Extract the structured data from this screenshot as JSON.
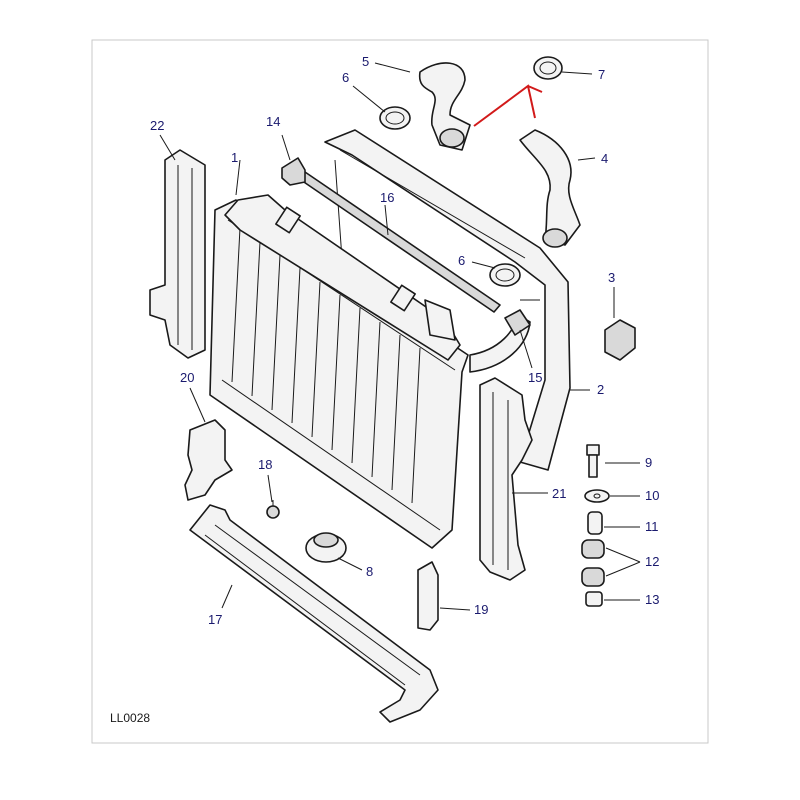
{
  "diagram": {
    "reference_code": "LL0028",
    "callouts": {
      "c1": "1",
      "c2": "2",
      "c3": "3",
      "c4": "4",
      "c5": "5",
      "c6a": "6",
      "c6b": "6",
      "c7": "7",
      "c8": "8",
      "c9": "9",
      "c10": "10",
      "c11": "11",
      "c12": "12",
      "c13": "13",
      "c14": "14",
      "c15": "15",
      "c16": "16",
      "c17": "17",
      "c18": "18",
      "c19": "19",
      "c20": "20",
      "c21": "21",
      "c22": "22"
    },
    "colors": {
      "line": "#1a1a1a",
      "callout_text": "#1a1a6e",
      "highlight": "#d21a1a"
    }
  }
}
